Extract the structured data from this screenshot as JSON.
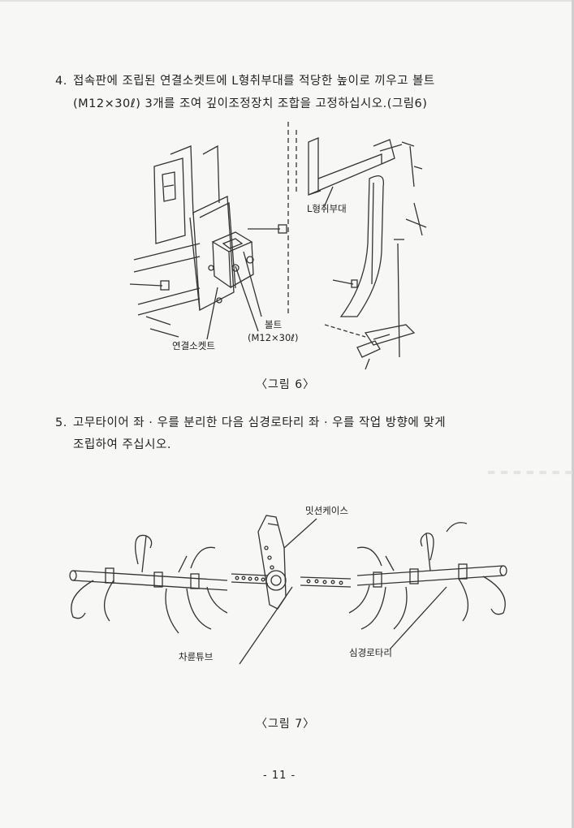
{
  "steps": [
    {
      "number": "4.",
      "line1": "접속판에 조립된 연결소켓트에 L형취부대를 적당한 높이로 끼우고 볼트",
      "line2": "(M12×30ℓ) 3개를 조여 깊이조정장치 조합을 고정하십시오.(그림6)"
    },
    {
      "number": "5.",
      "line1": "고무타이어 좌 · 우를 분리한 다음 심경로타리 좌 · 우를 작업 방향에 맞게",
      "line2": "조립하여 주십시오."
    }
  ],
  "figure6": {
    "caption": "〈그림 6〉",
    "labels": {
      "bracket": "L형취부대",
      "bolt": "볼트",
      "bolt_spec": "(M12×30ℓ)",
      "socket": "연결소켓트"
    }
  },
  "figure7": {
    "caption": "〈그림 7〉",
    "labels": {
      "mission_case": "밋션케이스",
      "axle_tube": "차륜튜브",
      "rotary": "심경로타리"
    }
  },
  "page_number": "- 11 -"
}
